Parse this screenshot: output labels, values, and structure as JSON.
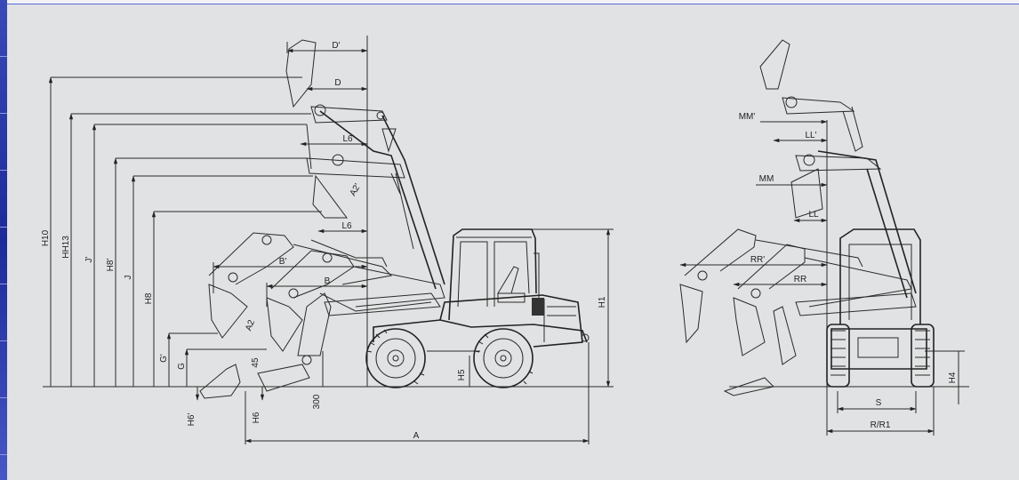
{
  "side_view": {
    "vertical_dims": [
      "H10",
      "HH13",
      "J'",
      "H8'",
      "J",
      "H8",
      "G'",
      "G",
      "H6'",
      "H6",
      "H5",
      "H1"
    ],
    "horizontal_dims": [
      "D'",
      "D",
      "L6'",
      "L6",
      "B'",
      "B",
      "A"
    ],
    "other_labels": [
      "A2'",
      "A2",
      "45",
      "300"
    ]
  },
  "rear_view": {
    "labels": [
      "MM'",
      "LL'",
      "MM",
      "LL",
      "RR'",
      "RR",
      "S",
      "R/R1",
      "H4"
    ]
  }
}
